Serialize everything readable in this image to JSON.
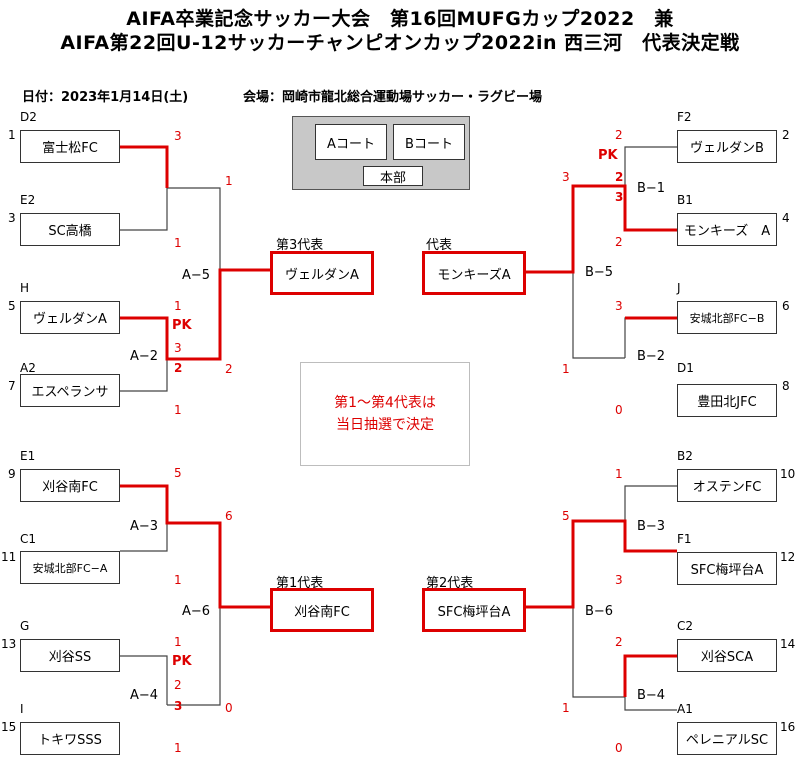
{
  "header": {
    "title_line1": "AIFA卒業記念サッカー大会　第16回MUFGカップ2022　兼",
    "title_line2": "AIFA第22回U-12サッカーチャンピオンカップ2022in 西三河　代表決定戦",
    "date": "日付：2023年1月14日(土)",
    "venue": "会場：岡崎市龍北総合運動場サッカー・ラグビー場"
  },
  "venue_map": {
    "court_a": "Aコート",
    "court_b": "Bコート",
    "hq": "本部"
  },
  "note": {
    "line1": "第1～第4代表は",
    "line2": "当日抽選で決定"
  },
  "teams": [
    {
      "seed": "1",
      "code": "D2",
      "name": "富士松FC"
    },
    {
      "seed": "3",
      "code": "E2",
      "name": "SC高橋"
    },
    {
      "seed": "5",
      "code": "H",
      "name": "ヴェルダンA"
    },
    {
      "seed": "7",
      "code": "A2",
      "name": "エスペランサ"
    },
    {
      "seed": "9",
      "code": "E1",
      "name": "刈谷南FC"
    },
    {
      "seed": "11",
      "code": "C1",
      "name": "安城北部FC−A"
    },
    {
      "seed": "13",
      "code": "G",
      "name": "刈谷SS"
    },
    {
      "seed": "15",
      "code": "I",
      "name": "トキワSSS"
    },
    {
      "seed": "2",
      "code": "F2",
      "name": "ヴェルダンB"
    },
    {
      "seed": "4",
      "code": "B1",
      "name": "モンキーズ　A"
    },
    {
      "seed": "6",
      "code": "J",
      "name": "安城北部FC−B"
    },
    {
      "seed": "8",
      "code": "D1",
      "name": "豊田北JFC"
    },
    {
      "seed": "10",
      "code": "B2",
      "name": "オステンFC"
    },
    {
      "seed": "12",
      "code": "F1",
      "name": "SFC梅坪台A"
    },
    {
      "seed": "14",
      "code": "C2",
      "name": "刈谷SCA"
    },
    {
      "seed": "16",
      "code": "A1",
      "name": "ペレニアルSC"
    }
  ],
  "match_labels": [
    "A−5",
    "A−2",
    "A−3",
    "A−6",
    "A−4",
    "B−1",
    "B−5",
    "B−2",
    "B−3",
    "B−6",
    "B−4"
  ],
  "scores": {
    "a1_top": "3",
    "a1_bot": "1",
    "a2_top": "1",
    "a2_pk_label": "PK",
    "a2_pk_top": "3",
    "a2_pk_bot": "2",
    "a2_bot": "1",
    "a5_top": "1",
    "a5_bot": "2",
    "a3_top": "5",
    "a3_bot": "1",
    "a4_top": "1",
    "a4_pk_label": "PK",
    "a4_pk_top": "2",
    "a4_pk_bot": "3",
    "a4_bot": "1",
    "a6_top": "6",
    "a6_bot": "0",
    "b1_top": "2",
    "b1_pk_label": "PK",
    "b1_pk_top": "2",
    "b1_pk_bot": "3",
    "b1_bot": "2",
    "b2_top": "3",
    "b2_bot": "0",
    "b5_top": "3",
    "b5_bot": "1",
    "b3_top": "1",
    "b3_bot": "3",
    "b4_top": "2",
    "b4_bot": "0",
    "b6_top": "5",
    "b6_bot": "1"
  },
  "representatives": [
    {
      "title": "第3代表",
      "team": "ヴェルダンA"
    },
    {
      "title": "代表",
      "team": "モンキーズA"
    },
    {
      "title": "第1代表",
      "team": "刈谷南FC"
    },
    {
      "title": "第2代表",
      "team": "SFC梅坪台A"
    }
  ],
  "colors": {
    "winner_line": "#dd0000",
    "normal_line": "#444444",
    "venue_bg": "#c8c8c8"
  }
}
